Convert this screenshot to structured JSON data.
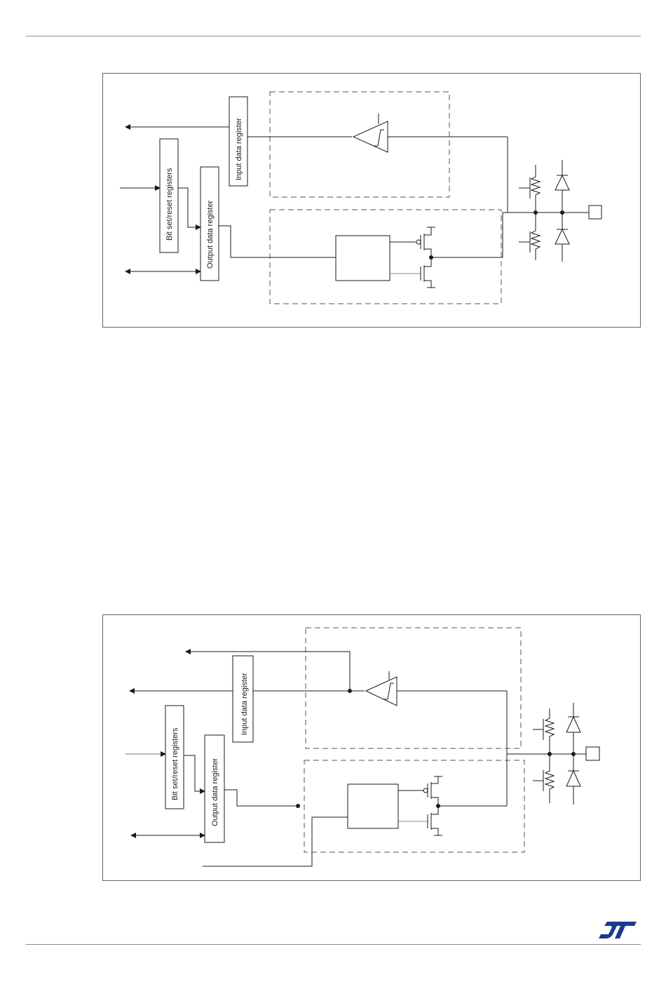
{
  "figure1": {
    "input_register": "Input data register",
    "bit_set_reset": "Bit set/reset registers",
    "output_register": "Output data register"
  },
  "figure2": {
    "input_register": "Input data register",
    "bit_set_reset": "Bit set/reset registers",
    "output_register": "Output data register"
  },
  "logo": {
    "icon": "st-logo-icon",
    "color": "#1b3a8a"
  },
  "colors": {
    "line": "#1a1a1a",
    "dashed": "#555555",
    "rule": "#8a8a8a"
  }
}
